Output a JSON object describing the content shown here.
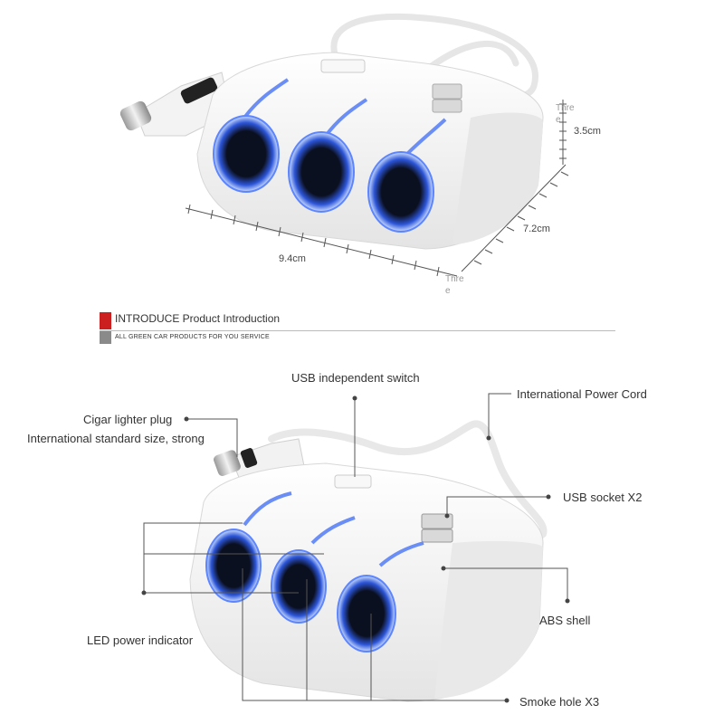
{
  "dimensions": {
    "height": "3.5cm",
    "depth": "7.2cm",
    "width": "9.4cm",
    "watermark_top": "Thre\ne",
    "watermark_bottom": "Thre\ne"
  },
  "section": {
    "title": "INTRODUCE Product Introduction",
    "subtitle": "ALL GREEN CAR PRODUCTS  FOR YOU SERVICE",
    "colors": {
      "red": "#cc1f1f",
      "gray": "#8a8a8a"
    }
  },
  "callouts": {
    "usb_switch": "USB independent switch",
    "power_cord": "International Power Cord",
    "cigar_plug": "Cigar lighter plug",
    "cigar_plug_note": "International standard size, strong",
    "usb_socket": "USB socket X2",
    "led_indicator": "LED power indicator",
    "abs_shell": "ABS shell",
    "smoke_hole": "Smoke hole X3"
  },
  "colors": {
    "led_blue": "#3f6cf0",
    "shell": "#f4f4f4",
    "socket_dark": "#101522"
  }
}
